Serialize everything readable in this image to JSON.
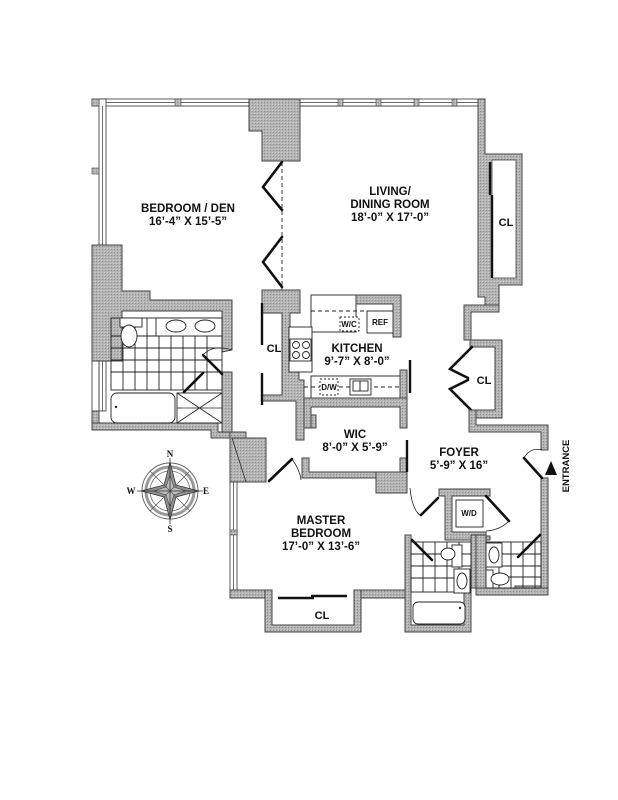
{
  "plan": {
    "rooms": {
      "bedroom_den": {
        "name": "BEDROOM / DEN",
        "size": "16’-4” X 15’-5”"
      },
      "living": {
        "name_line1": "LIVING/",
        "name_line2": "DINING ROOM",
        "size": "18’-0” X 17’-0”"
      },
      "kitchen": {
        "name": "KITCHEN",
        "size": "9’-7” X 8’-0”"
      },
      "wic": {
        "name": "WIC",
        "size": "8’-0” X 5’-9”"
      },
      "foyer": {
        "name": "FOYER",
        "size": "5’-9” X 16”"
      },
      "master": {
        "name_line1": "MASTER",
        "name_line2": "BEDROOM",
        "size": "17’-0” X 13’-6”"
      }
    },
    "closets": {
      "living_cl": "CL",
      "kitchen_cl": "CL",
      "foyer_cl": "CL",
      "master_cl": "CL"
    },
    "appliances": {
      "wc": "W/C",
      "ref": "REF",
      "dw": "D/W",
      "wd": "W/D"
    },
    "entrance_label": "ENTRANCE",
    "compass": {
      "n": "N",
      "s": "S",
      "e": "E",
      "w": "W"
    }
  }
}
